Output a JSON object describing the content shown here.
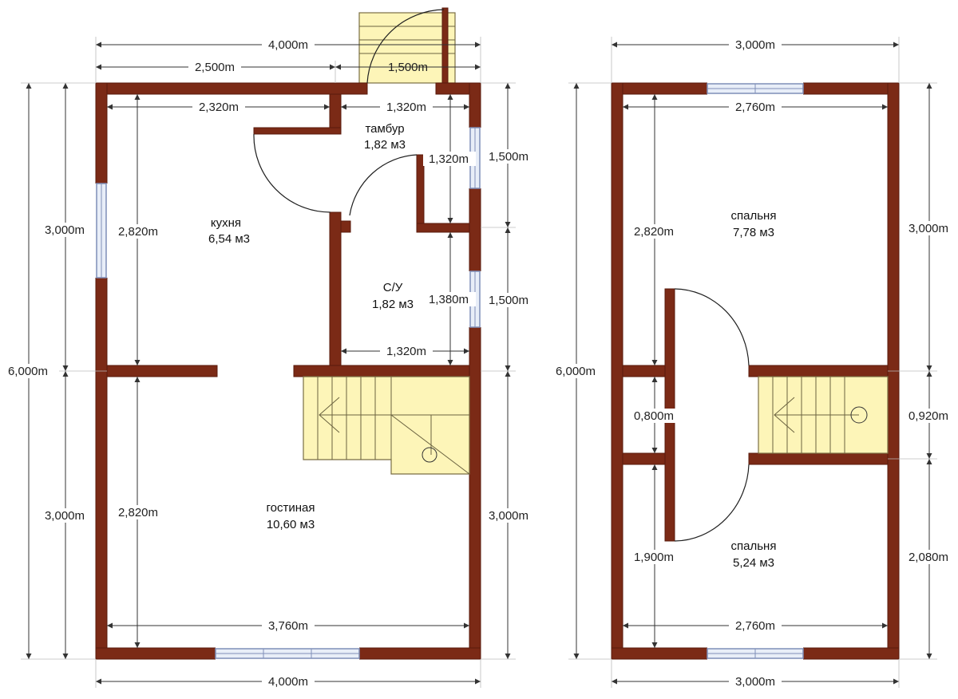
{
  "plan_left": {
    "overall_width": "4,000m",
    "top_left_span": "2,500m",
    "top_right_span": "1,500m",
    "kitchen_width": "2,320m",
    "tambour_width": "1,320m",
    "tambour_depth": "1,320m",
    "bath_width": "1,320m",
    "bath_depth": "1,380m",
    "living_width": "3,760m",
    "bottom_width": "4,000m",
    "height_total": "6,000m",
    "height_top": "3,000m",
    "height_bottom": "3,000m",
    "kitchen_depth": "2,820m",
    "living_depth": "2,820m",
    "right_top": "1,500m",
    "right_mid": "1,500m",
    "right_bottom": "3,000m",
    "rooms": {
      "tambour_name": "тамбур",
      "tambour_area": "1,82 м3",
      "kitchen_name": "кухня",
      "kitchen_area": "6,54 м3",
      "bath_name": "С/У",
      "bath_area": "1,82 м3",
      "living_name": "гостиная",
      "living_area": "10,60 м3"
    }
  },
  "plan_right": {
    "overall_width": "3,000m",
    "top_inner": "2,760m",
    "bottom_inner": "2,760m",
    "bottom_width": "3,000m",
    "height_total": "6,000m",
    "left_top": "2,820m",
    "left_mid": "0,800m",
    "left_bottom": "1,900m",
    "right_top": "3,000m",
    "right_mid": "0,920m",
    "right_bottom": "2,080m",
    "rooms": {
      "bed1_name": "спальня",
      "bed1_area": "7,78 м3",
      "bed2_name": "спальня",
      "bed2_area": "5,24 м3"
    }
  },
  "colors": {
    "wall": "#7b2a16",
    "stair": "#fdf5b8",
    "window": "#e8eef8"
  }
}
